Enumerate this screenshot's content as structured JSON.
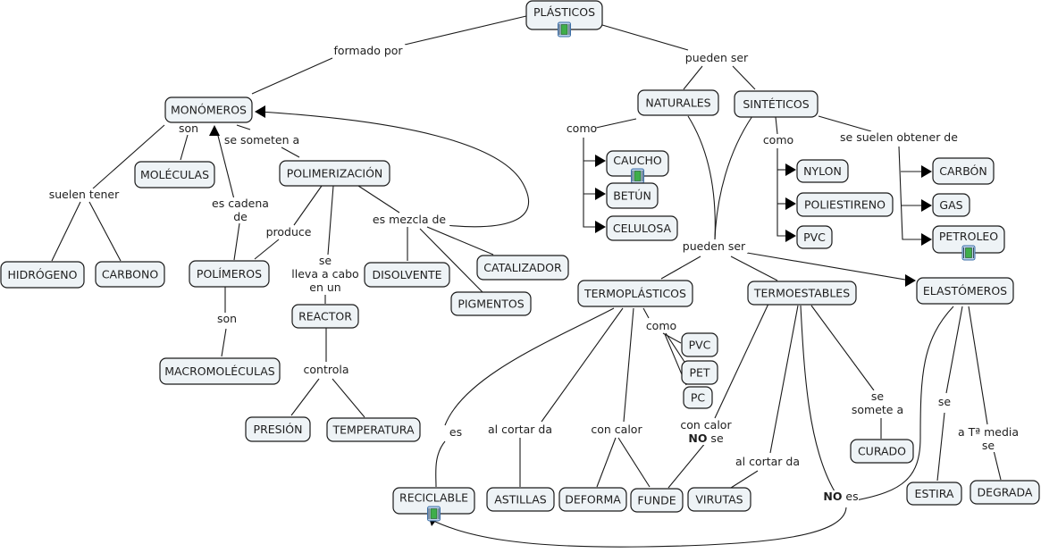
{
  "concept_map": {
    "title": "PLÁSTICOS",
    "nodes": [
      {
        "id": "plasticos",
        "label": "PLÁSTICOS",
        "has_media_icon": true
      },
      {
        "id": "monomeros",
        "label": "MONÓMEROS"
      },
      {
        "id": "moleculas",
        "label": "MOLÉCULAS"
      },
      {
        "id": "polimerizacion",
        "label": "POLIMERIZACIÓN"
      },
      {
        "id": "hidrogeno",
        "label": "HIDRÓGENO"
      },
      {
        "id": "carbono",
        "label": "CARBONO"
      },
      {
        "id": "polimeros",
        "label": "POLÍMEROS"
      },
      {
        "id": "macromoleculas",
        "label": "MACROMOLÉCULAS"
      },
      {
        "id": "reactor",
        "label": "REACTOR"
      },
      {
        "id": "presion",
        "label": "PRESIÓN"
      },
      {
        "id": "temperatura",
        "label": "TEMPERATURA"
      },
      {
        "id": "disolvente",
        "label": "DISOLVENTE"
      },
      {
        "id": "catalizador",
        "label": "CATALIZADOR"
      },
      {
        "id": "pigmentos",
        "label": "PIGMENTOS"
      },
      {
        "id": "naturales",
        "label": "NATURALES"
      },
      {
        "id": "sinteticos",
        "label": "SINTÉTICOS"
      },
      {
        "id": "caucho",
        "label": "CAUCHO",
        "has_media_icon": true
      },
      {
        "id": "betun",
        "label": "BETÚN"
      },
      {
        "id": "celulosa",
        "label": "CELULOSA"
      },
      {
        "id": "nylon",
        "label": "NYLON"
      },
      {
        "id": "poliestireno",
        "label": "POLIESTIRENO"
      },
      {
        "id": "pvc1",
        "label": "PVC"
      },
      {
        "id": "carbon",
        "label": "CARBÓN"
      },
      {
        "id": "gas",
        "label": "GAS"
      },
      {
        "id": "petroleo",
        "label": "PETROLEO",
        "has_media_icon": true
      },
      {
        "id": "termoplasticos",
        "label": "TERMOPLÁSTICOS"
      },
      {
        "id": "termoestables",
        "label": "TERMOESTABLES"
      },
      {
        "id": "elastomeros",
        "label": "ELASTÓMEROS"
      },
      {
        "id": "pvc2",
        "label": "PVC"
      },
      {
        "id": "pet",
        "label": "PET"
      },
      {
        "id": "pc",
        "label": "PC"
      },
      {
        "id": "curado",
        "label": "CURADO"
      },
      {
        "id": "reciclable",
        "label": "RECICLABLE",
        "has_media_icon": true
      },
      {
        "id": "astillas",
        "label": "ASTILLAS"
      },
      {
        "id": "deforma",
        "label": "DEFORMA"
      },
      {
        "id": "funde",
        "label": "FUNDE"
      },
      {
        "id": "virutas",
        "label": "VIRUTAS"
      },
      {
        "id": "estira",
        "label": "ESTIRA"
      },
      {
        "id": "degrada",
        "label": "DEGRADA"
      }
    ],
    "linking_phrases": [
      {
        "id": "formado_por",
        "lines": [
          "formado por"
        ]
      },
      {
        "id": "pueden_ser_1",
        "lines": [
          "pueden ser"
        ]
      },
      {
        "id": "son_1",
        "lines": [
          "son"
        ]
      },
      {
        "id": "se_someten_a",
        "lines": [
          "se someten a"
        ]
      },
      {
        "id": "suelen_tener",
        "lines": [
          "suelen tener"
        ]
      },
      {
        "id": "es_cadena_de",
        "lines": [
          "es cadena",
          "de"
        ]
      },
      {
        "id": "produce",
        "lines": [
          "produce"
        ]
      },
      {
        "id": "se_lleva_a_cabo",
        "lines": [
          "se",
          "lleva a cabo",
          "en un"
        ]
      },
      {
        "id": "es_mezcla_de",
        "lines": [
          "es mezcla de"
        ]
      },
      {
        "id": "son_2",
        "lines": [
          "son"
        ]
      },
      {
        "id": "controla",
        "lines": [
          "controla"
        ]
      },
      {
        "id": "como_1",
        "lines": [
          "como"
        ]
      },
      {
        "id": "como_2",
        "lines": [
          "como"
        ]
      },
      {
        "id": "se_suelen_obtener_de",
        "lines": [
          "se suelen obtener de"
        ]
      },
      {
        "id": "pueden_ser_2",
        "lines": [
          "pueden ser"
        ]
      },
      {
        "id": "como_3",
        "lines": [
          "como"
        ]
      },
      {
        "id": "es",
        "lines": [
          "es"
        ]
      },
      {
        "id": "al_cortar_da_1",
        "lines": [
          "al cortar da"
        ]
      },
      {
        "id": "con_calor",
        "lines": [
          "con calor"
        ]
      },
      {
        "id": "con_calor_no_se",
        "lines": [
          "con calor",
          "NO se"
        ],
        "bold_word": "NO"
      },
      {
        "id": "al_cortar_da_2",
        "lines": [
          "al cortar da"
        ]
      },
      {
        "id": "no_es",
        "lines": [
          "NO es"
        ],
        "bold_word": "NO"
      },
      {
        "id": "se_somete_a",
        "lines": [
          "se",
          "somete a"
        ]
      },
      {
        "id": "se",
        "lines": [
          "se"
        ]
      },
      {
        "id": "a_ta_media_se",
        "lines": [
          "a Tª media",
          "se"
        ]
      }
    ]
  }
}
